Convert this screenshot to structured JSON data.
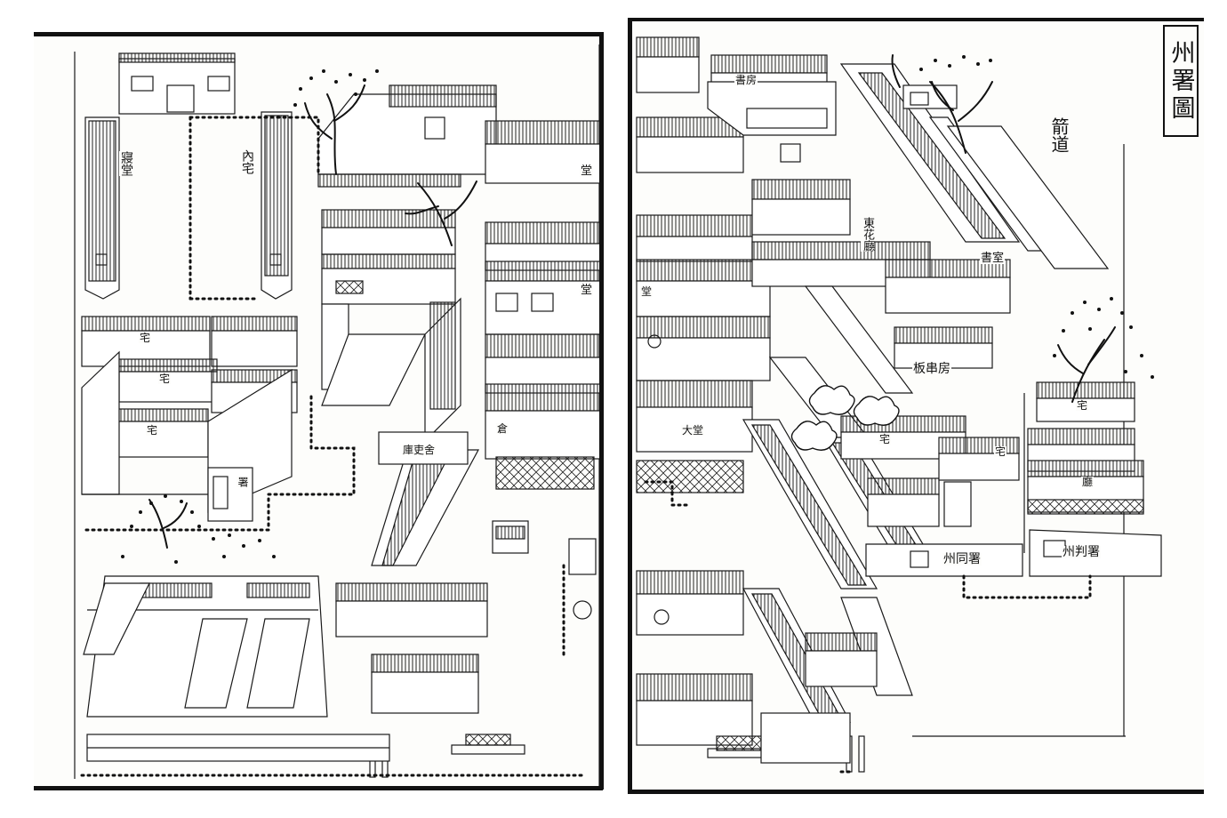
{
  "title": "州署圖",
  "left_page": {
    "labels": {
      "qin_tang": "寢堂",
      "tang_a": "堂",
      "tang_b": "堂",
      "nei_zhai": "內宅",
      "zhai_a": "宅",
      "zhai_b": "宅",
      "zhai_c": "宅",
      "ku_li_she": "庫吏舍",
      "cang": "倉",
      "shu": "署"
    }
  },
  "right_page": {
    "labels": {
      "jian_dao": "箭道",
      "dong_hua_ting": "東花廳",
      "ban_chuan_fang": "板串房",
      "zhou_tong_shu": "州同署",
      "zhou_pan_shu": "州判署",
      "zhai_a": "宅",
      "zhai_b": "宅",
      "zhai_c": "宅",
      "shu_shi": "書室",
      "ting": "廳",
      "da_tang": "大堂",
      "shu_fang": "書房",
      "tang": "堂"
    }
  }
}
